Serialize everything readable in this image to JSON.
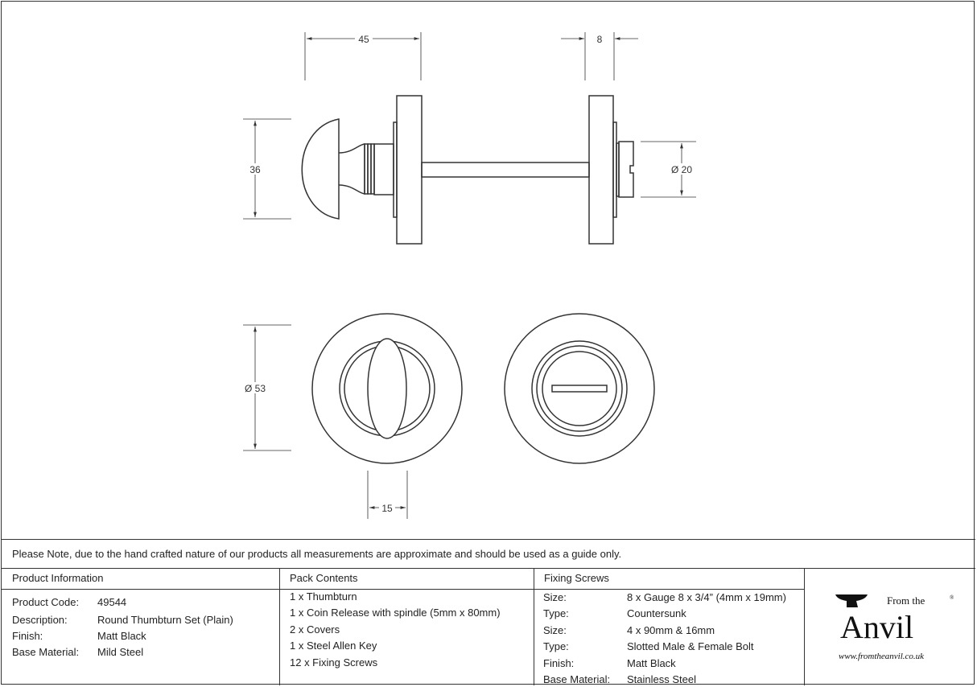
{
  "dimensions": {
    "width_knob_to_rose": "45",
    "rose_thickness": "8",
    "knob_height": "36",
    "bolt_diameter": "Ø 20",
    "rose_diameter": "Ø 53",
    "thumbturn_width": "15"
  },
  "note": "Please Note, due to the hand crafted nature of our products all measurements are approximate and should be used as a guide only.",
  "product_info": {
    "header": "Product Information",
    "rows": [
      {
        "label": "Product Code:",
        "value": "49544"
      },
      {
        "label": "Description:",
        "value": "Round Thumbturn Set (Plain)"
      },
      {
        "label": "Finish:",
        "value": "Matt Black"
      },
      {
        "label": "Base Material:",
        "value": "Mild Steel"
      }
    ]
  },
  "pack_contents": {
    "header": "Pack Contents",
    "items": [
      "1 x Thumbturn",
      "1 x Coin Release with spindle (5mm x 80mm)",
      "2 x Covers",
      "1 x Steel Allen Key",
      "12 x Fixing Screws"
    ]
  },
  "fixing_screws": {
    "header": "Fixing Screws",
    "rows": [
      {
        "label": "Size:",
        "value": "8 x Gauge 8 x 3/4” (4mm x 19mm)"
      },
      {
        "label": "Type:",
        "value": "Countersunk"
      },
      {
        "label": "Size:",
        "value": "4 x 90mm & 16mm"
      },
      {
        "label": "Type:",
        "value": "Slotted Male & Female Bolt"
      },
      {
        "label": "Finish:",
        "value": "Matt Black"
      },
      {
        "label": "Base Material:",
        "value": "Stainless Steel"
      }
    ]
  },
  "logo": {
    "from_the": "From the",
    "brand": "Anvil",
    "url": "www.fromtheanvil.co.uk",
    "registered": "®"
  }
}
